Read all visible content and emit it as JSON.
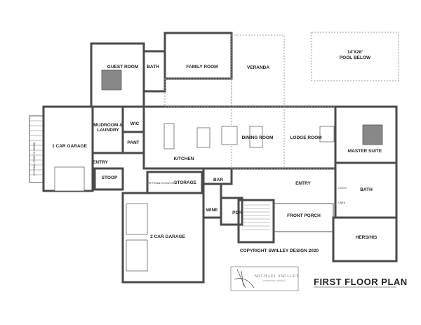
{
  "plan": {
    "title": "FIRST FLOOR PLAN",
    "copyright": "COPYRIGHT SWILLEY DESIGN 2020",
    "logo": {
      "name": "MICHAEL SWILLEY",
      "subtitle": "RESIDENTIAL DESIGN"
    },
    "pool": {
      "size": "14'X28'",
      "label": "POOL BELOW"
    },
    "side_stair": "OPTIONAL STAIR TO GRADE",
    "rooms": {
      "guest_room": "GUEST ROOM",
      "bath_guest": "BATH",
      "family_room": "FAMILY ROOM",
      "veranda": "VERANDA",
      "mudroom": "MUDROOM &",
      "laundry": "LAUNDRY",
      "wic": "WIC",
      "pant": "PANT",
      "one_car_garage": "1 CAR GARAGE",
      "entry_side": "ENTRY",
      "stoop": "STOOP",
      "kitchen": "KITCHEN",
      "dining_room": "DINING ROOM",
      "lodge_room": "LODGE ROOM",
      "master_suite": "MASTER SUITE",
      "optional_elevator": "OPTIONAL ELEVATOR",
      "storage": "STORAGE",
      "bar": "BAR",
      "wine": "WINE",
      "pdr": "PDR",
      "entry": "ENTRY",
      "front_porch": "FRONT PORCH",
      "coats": "COATS",
      "linen": "LINEN",
      "bath_master": "BATH",
      "hers_his": "HERS/HIS",
      "two_car_garage": "2 CAR GARAGE"
    }
  }
}
